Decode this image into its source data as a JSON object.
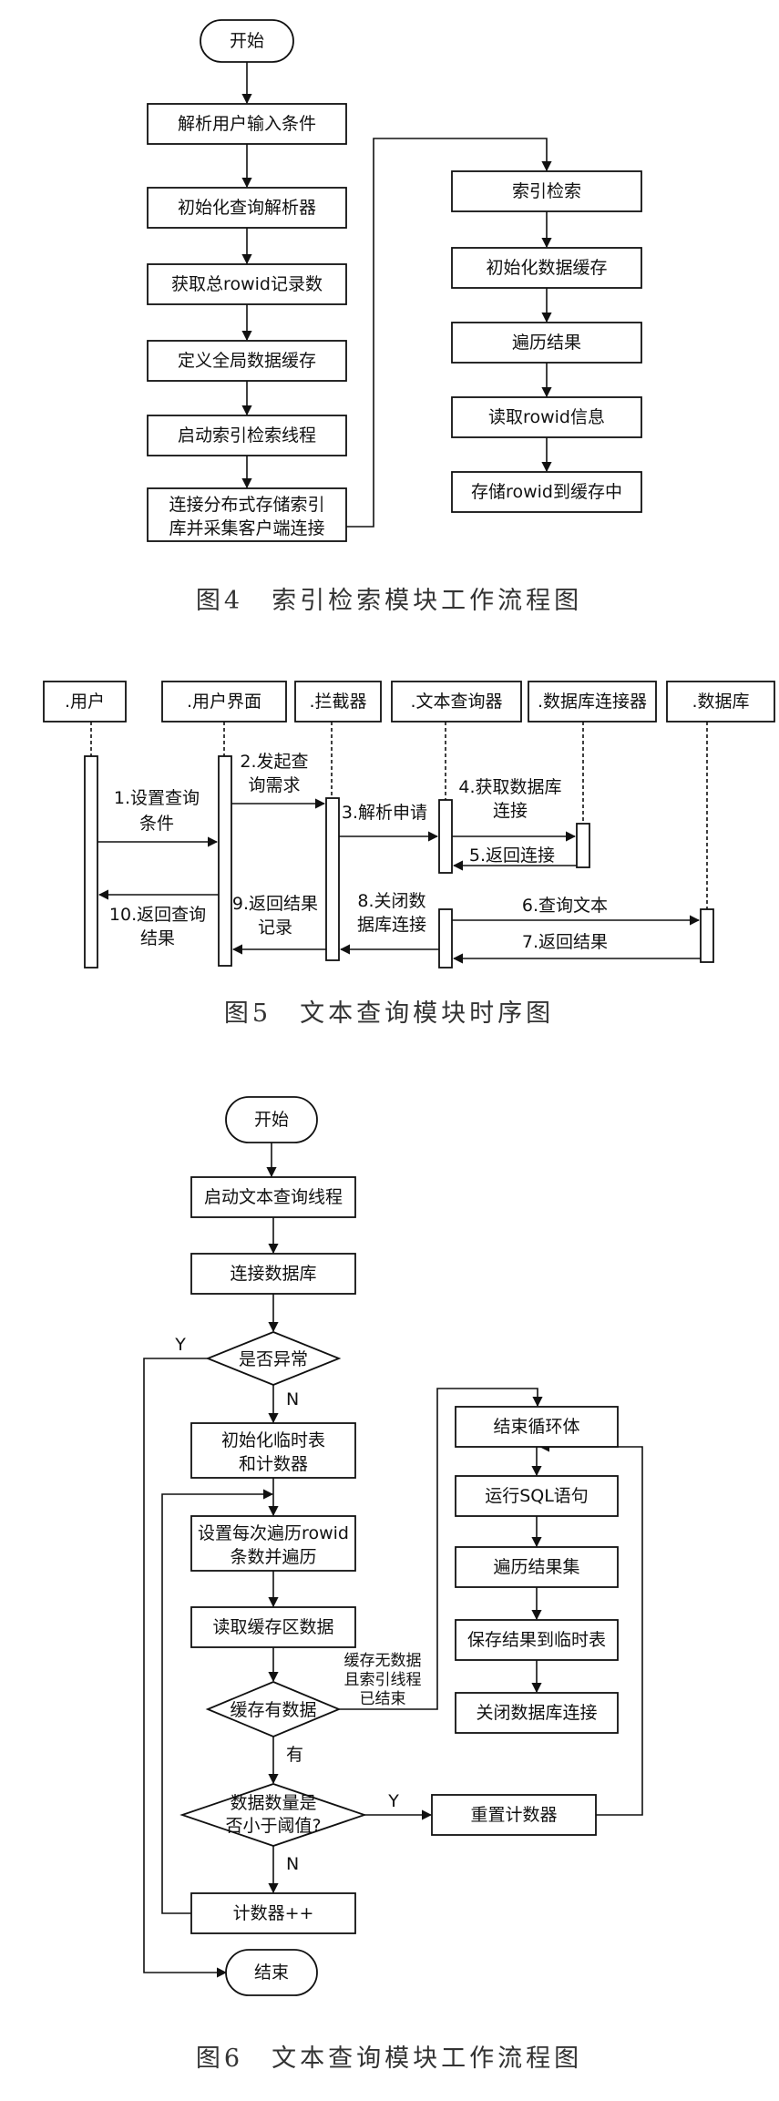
{
  "fig4": {
    "start": "开始",
    "left_steps": [
      "解析用户输入条件",
      "初始化查询解析器",
      "获取总rowid记录数",
      "定义全局数据缓存",
      "启动索引检索线程"
    ],
    "connect_line1": "连接分布式存储索引",
    "connect_line2": "库并采集客户端连接",
    "right_steps": [
      "索引检索",
      "初始化数据缓存",
      "遍历结果",
      "读取rowid信息",
      "存储rowid到缓存中"
    ],
    "caption": "图4　索引检索模块工作流程图"
  },
  "fig5": {
    "lifelines": [
      ".用户",
      ".用户界面",
      ".拦截器",
      ".文本查询器",
      ".数据库连接器",
      ".数据库"
    ],
    "msg1_a": "1.设置查询",
    "msg1_b": "条件",
    "msg2_a": "2.发起查",
    "msg2_b": "询需求",
    "msg3": "3.解析申请",
    "msg4_a": "4.获取数据库",
    "msg4_b": "连接",
    "msg5": "5.返回连接",
    "msg6": "6.查询文本",
    "msg7": "7.返回结果",
    "msg8_a": "8.关闭数",
    "msg8_b": "据库连接",
    "msg9_a": "9.返回结果",
    "msg9_b": "记录",
    "msg10_a": "10.返回查询",
    "msg10_b": "结果",
    "caption": "图5　文本查询模块时序图"
  },
  "fig6": {
    "start": "开始",
    "start_thread": "启动文本查询线程",
    "connect_db": "连接数据库",
    "is_exception": "是否异常",
    "y_label": "Y",
    "n_label": "N",
    "init_line1": "初始化临时表",
    "init_line2": "和计数器",
    "set_line1": "设置每次遍历rowid",
    "set_line2": "条数并遍历",
    "read_cache": "读取缓存区数据",
    "cache_has_data": "缓存有数据",
    "cache_empty_line1": "缓存无数据",
    "cache_empty_line2": "且索引线程",
    "cache_empty_line3": "已结束",
    "has_label": "有",
    "count_line1": "数据数量是",
    "count_line2": "否小于阈值?",
    "y2_label": "Y",
    "n2_label": "N",
    "reset_counter": "重置计数器",
    "counter_inc": "计数器++",
    "end_loop": "结束循环体",
    "run_sql": "运行SQL语句",
    "traverse_rs": "遍历结果集",
    "save_temp": "保存结果到临时表",
    "close_conn": "关闭数据库连接",
    "end": "结束",
    "caption": "图6　文本查询模块工作流程图"
  }
}
